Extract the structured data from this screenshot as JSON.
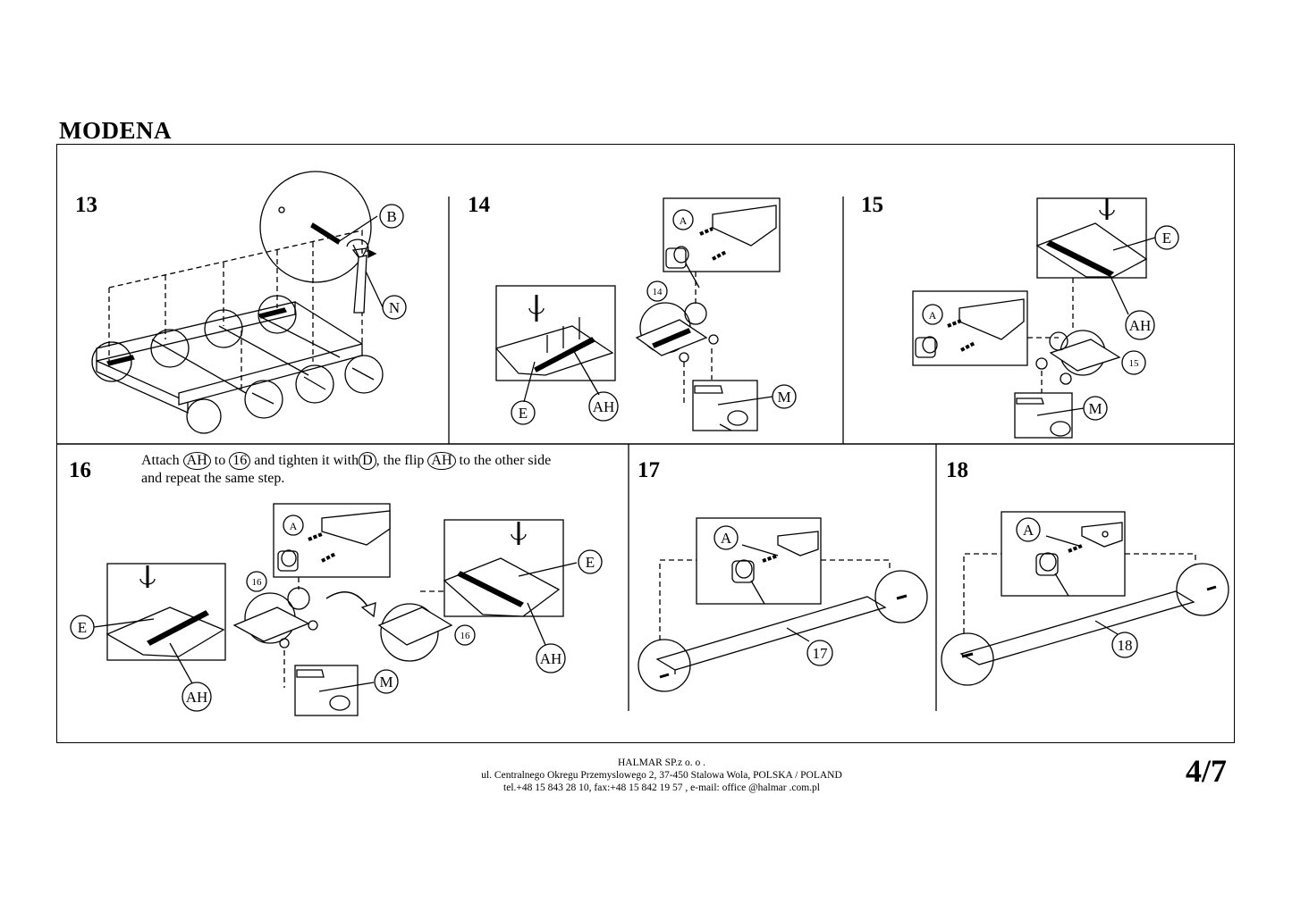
{
  "document": {
    "title": "MODENA",
    "page": "4/7"
  },
  "steps": [
    {
      "number": "13",
      "labels": [
        "B",
        "N"
      ]
    },
    {
      "number": "14",
      "labels": [
        "A",
        "14",
        "E",
        "AH",
        "M"
      ]
    },
    {
      "number": "15",
      "labels": [
        "E",
        "A",
        "AH",
        "15",
        "M"
      ]
    },
    {
      "number": "16",
      "labels": [
        "A",
        "E",
        "16",
        "M",
        "AH",
        "E",
        "AH",
        "16"
      ]
    },
    {
      "number": "17",
      "labels": [
        "A",
        "17"
      ]
    },
    {
      "number": "18",
      "labels": [
        "A",
        "18"
      ]
    }
  ],
  "step16_instruction": {
    "t1": "Attach",
    "c1": "AH",
    "t2": "to",
    "c2": "16",
    "t3": "and tighten it with",
    "c3": "D",
    "t4": ", the flip",
    "c4": "AH",
    "t5": "to the other side",
    "line2": "and repeat the same step."
  },
  "footer": {
    "company": "HALMAR SP.z o. o .",
    "address": "ul. Centralnego Okregu Przemyslowego 2, 37-450 Stalowa Wola, POLSKA / POLAND",
    "contact": "tel.+48 15 843 28 10, fax:+48 15 842 19 57 , e-mail: office @halmar .com.pl"
  }
}
